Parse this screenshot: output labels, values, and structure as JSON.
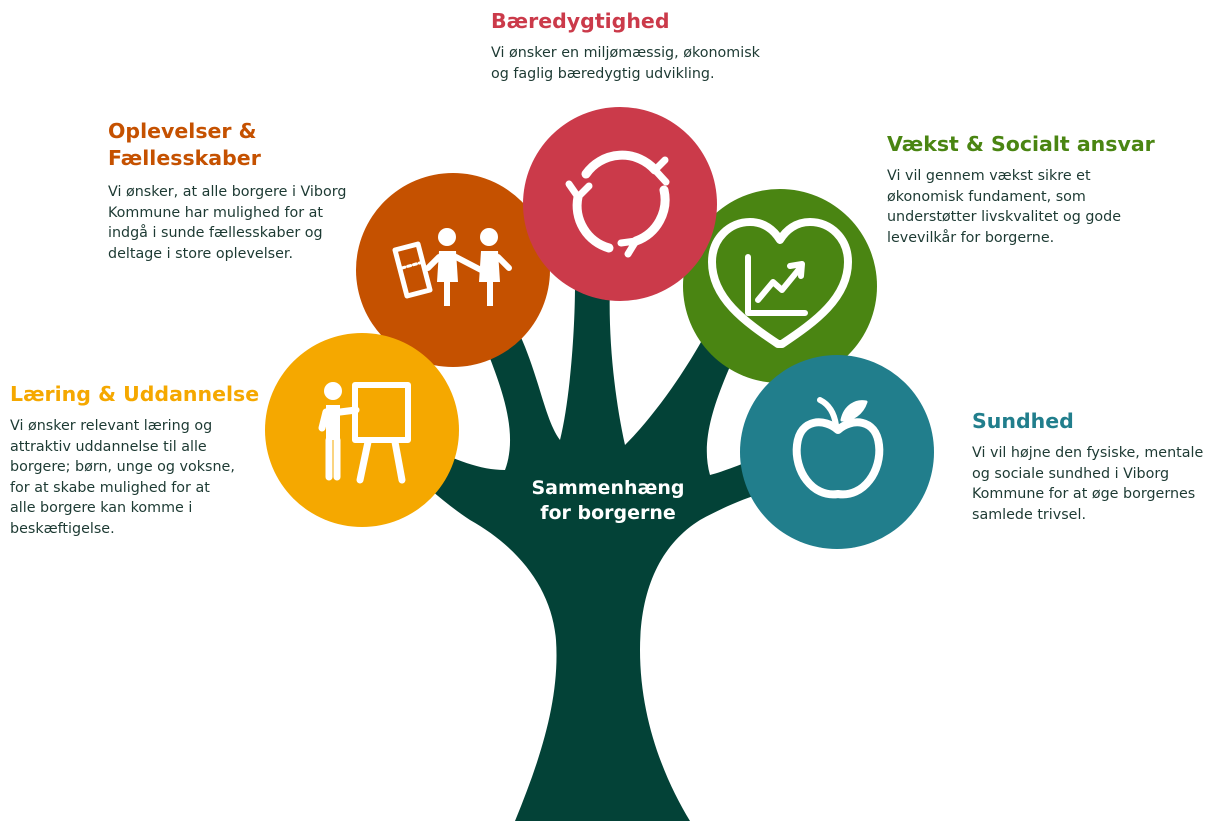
{
  "colors": {
    "trunk": "#034237",
    "laering": "#F5A800",
    "oplevelser": "#C55100",
    "baeredygtighed": "#CB3A4A",
    "vaekst": "#4A8512",
    "sundhed": "#217E8C"
  },
  "center_label": [
    "Sammenhæng",
    "for borgerne"
  ],
  "sections": {
    "laering": {
      "title": "Læring & Uddannelse",
      "text": [
        "Vi ønsker relevant læring og",
        "attraktiv uddannelse til alle",
        "borgere; børn, unge og voksne,",
        "for at skabe mulighed for at",
        "alle borgere kan komme i",
        "beskæftigelse."
      ],
      "icon": "teacher-board-icon"
    },
    "oplevelser": {
      "title_lines": [
        "Oplevelser &",
        "Fællesskaber"
      ],
      "text": [
        "Vi ønsker, at alle borgere i Viborg",
        "Kommune har mulighed for at",
        "indgå i sunde fællesskaber og",
        "deltage i store oplevelser."
      ],
      "icon": "people-ticket-icon"
    },
    "baeredygtighed": {
      "title": "Bæredygtighed",
      "text": [
        "Vi ønsker en miljømæssig, økonomisk",
        "og faglig bæredygtig udvikling."
      ],
      "icon": "recycle-arrows-icon"
    },
    "vaekst": {
      "title": "Vækst & Socialt ansvar",
      "text": [
        "Vi vil gennem vækst sikre et",
        "økonomisk fundament, som",
        "understøtter livskvalitet og gode",
        "levevilkår for borgerne."
      ],
      "icon": "heart-growth-chart-icon"
    },
    "sundhed": {
      "title": "Sundhed",
      "text": [
        "Vi vil højne den fysiske, mentale",
        "og sociale sundhed i Viborg",
        "Kommune for at øge borgernes",
        "samlede trivsel."
      ],
      "icon": "apple-icon"
    }
  }
}
